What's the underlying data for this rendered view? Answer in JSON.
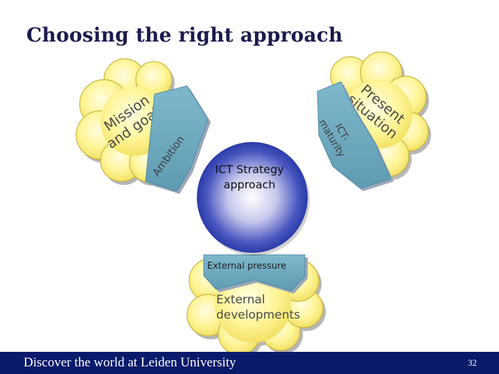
{
  "slide": {
    "title": "Choosing the right approach",
    "footer_text": "Discover the world at Leiden University",
    "page_number": "32"
  },
  "diagram": {
    "center": [
      "ICT Strategy",
      "approach"
    ],
    "clouds": {
      "left": [
        "Mission",
        "and goals"
      ],
      "right": [
        "Present",
        "situation"
      ],
      "bottom": [
        "External",
        "developments"
      ]
    },
    "panels": {
      "left": "Ambition",
      "right": [
        "ICT-",
        "maturity"
      ],
      "bottom": "External pressure"
    },
    "colors": {
      "cloud": "#fff59a",
      "panel": "#6fa9bf",
      "sphere_edge": "#1a2c9e",
      "title": "#1b1b4d",
      "footer": "#0a1a6b"
    }
  }
}
